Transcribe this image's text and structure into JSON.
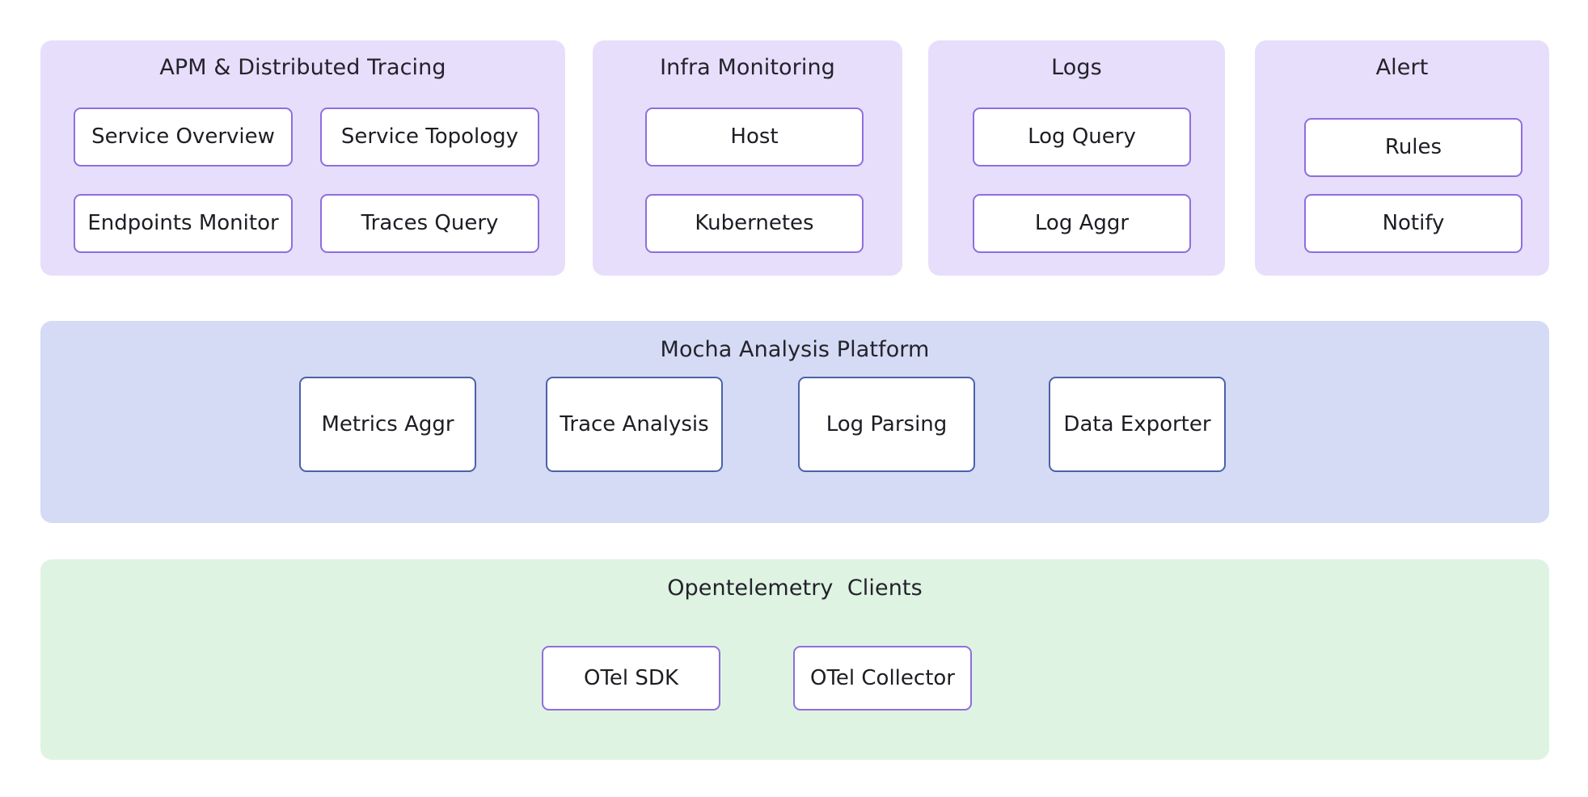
{
  "diagram": {
    "type": "layered-architecture",
    "colors": {
      "tier_top_background": "#E7DEFC",
      "tier_mid_background": "#D5DAF5",
      "tier_agent_background": "#DFF3E3",
      "node_border_purple": "#8E6FDC",
      "node_border_blue": "#4A63A8",
      "node_fill": "#FFFFFF",
      "text": "#1D1D24",
      "page_background": "#FFFFFF"
    },
    "tiers": [
      {
        "id": "capability-tier",
        "groups": [
          {
            "id": "apm-distributed-tracing",
            "title": "APM & Distributed Tracing",
            "accent": "purple",
            "nodes": [
              {
                "id": "service-overview",
                "label": "Service Overview"
              },
              {
                "id": "service-topology",
                "label": "Service Topology"
              },
              {
                "id": "endpoints-monitor",
                "label": "Endpoints Monitor"
              },
              {
                "id": "traces-query",
                "label": "Traces Query"
              }
            ]
          },
          {
            "id": "infra-monitoring",
            "title": "Infra Monitoring",
            "accent": "purple",
            "nodes": [
              {
                "id": "host",
                "label": "Host"
              },
              {
                "id": "kubernetes",
                "label": "Kubernetes"
              }
            ]
          },
          {
            "id": "logs",
            "title": "Logs",
            "accent": "purple",
            "nodes": [
              {
                "id": "log-query",
                "label": "Log Query"
              },
              {
                "id": "log-aggr",
                "label": "Log Aggr"
              }
            ]
          },
          {
            "id": "alert",
            "title": "Alert",
            "accent": "purple",
            "nodes": [
              {
                "id": "rules",
                "label": "Rules"
              },
              {
                "id": "notify",
                "label": "Notify"
              }
            ]
          }
        ]
      },
      {
        "id": "platform-tier",
        "groups": [
          {
            "id": "mocha-analysis-platform",
            "title": "Mocha Analysis Platform",
            "accent": "blue",
            "nodes": [
              {
                "id": "metrics-aggr",
                "label": "Metrics Aggr"
              },
              {
                "id": "trace-analysis",
                "label": "Trace Analysis"
              },
              {
                "id": "log-parsing",
                "label": "Log Parsing"
              },
              {
                "id": "data-exporter",
                "label": "Data Exporter"
              }
            ]
          }
        ]
      },
      {
        "id": "client-tier",
        "groups": [
          {
            "id": "opentelemetry-clients",
            "title": "Opentelemetry  Clients",
            "accent": "purple",
            "nodes": [
              {
                "id": "otel-sdk",
                "label": "OTel SDK"
              },
              {
                "id": "otel-collector",
                "label": "OTel Collector"
              }
            ]
          }
        ]
      }
    ]
  }
}
